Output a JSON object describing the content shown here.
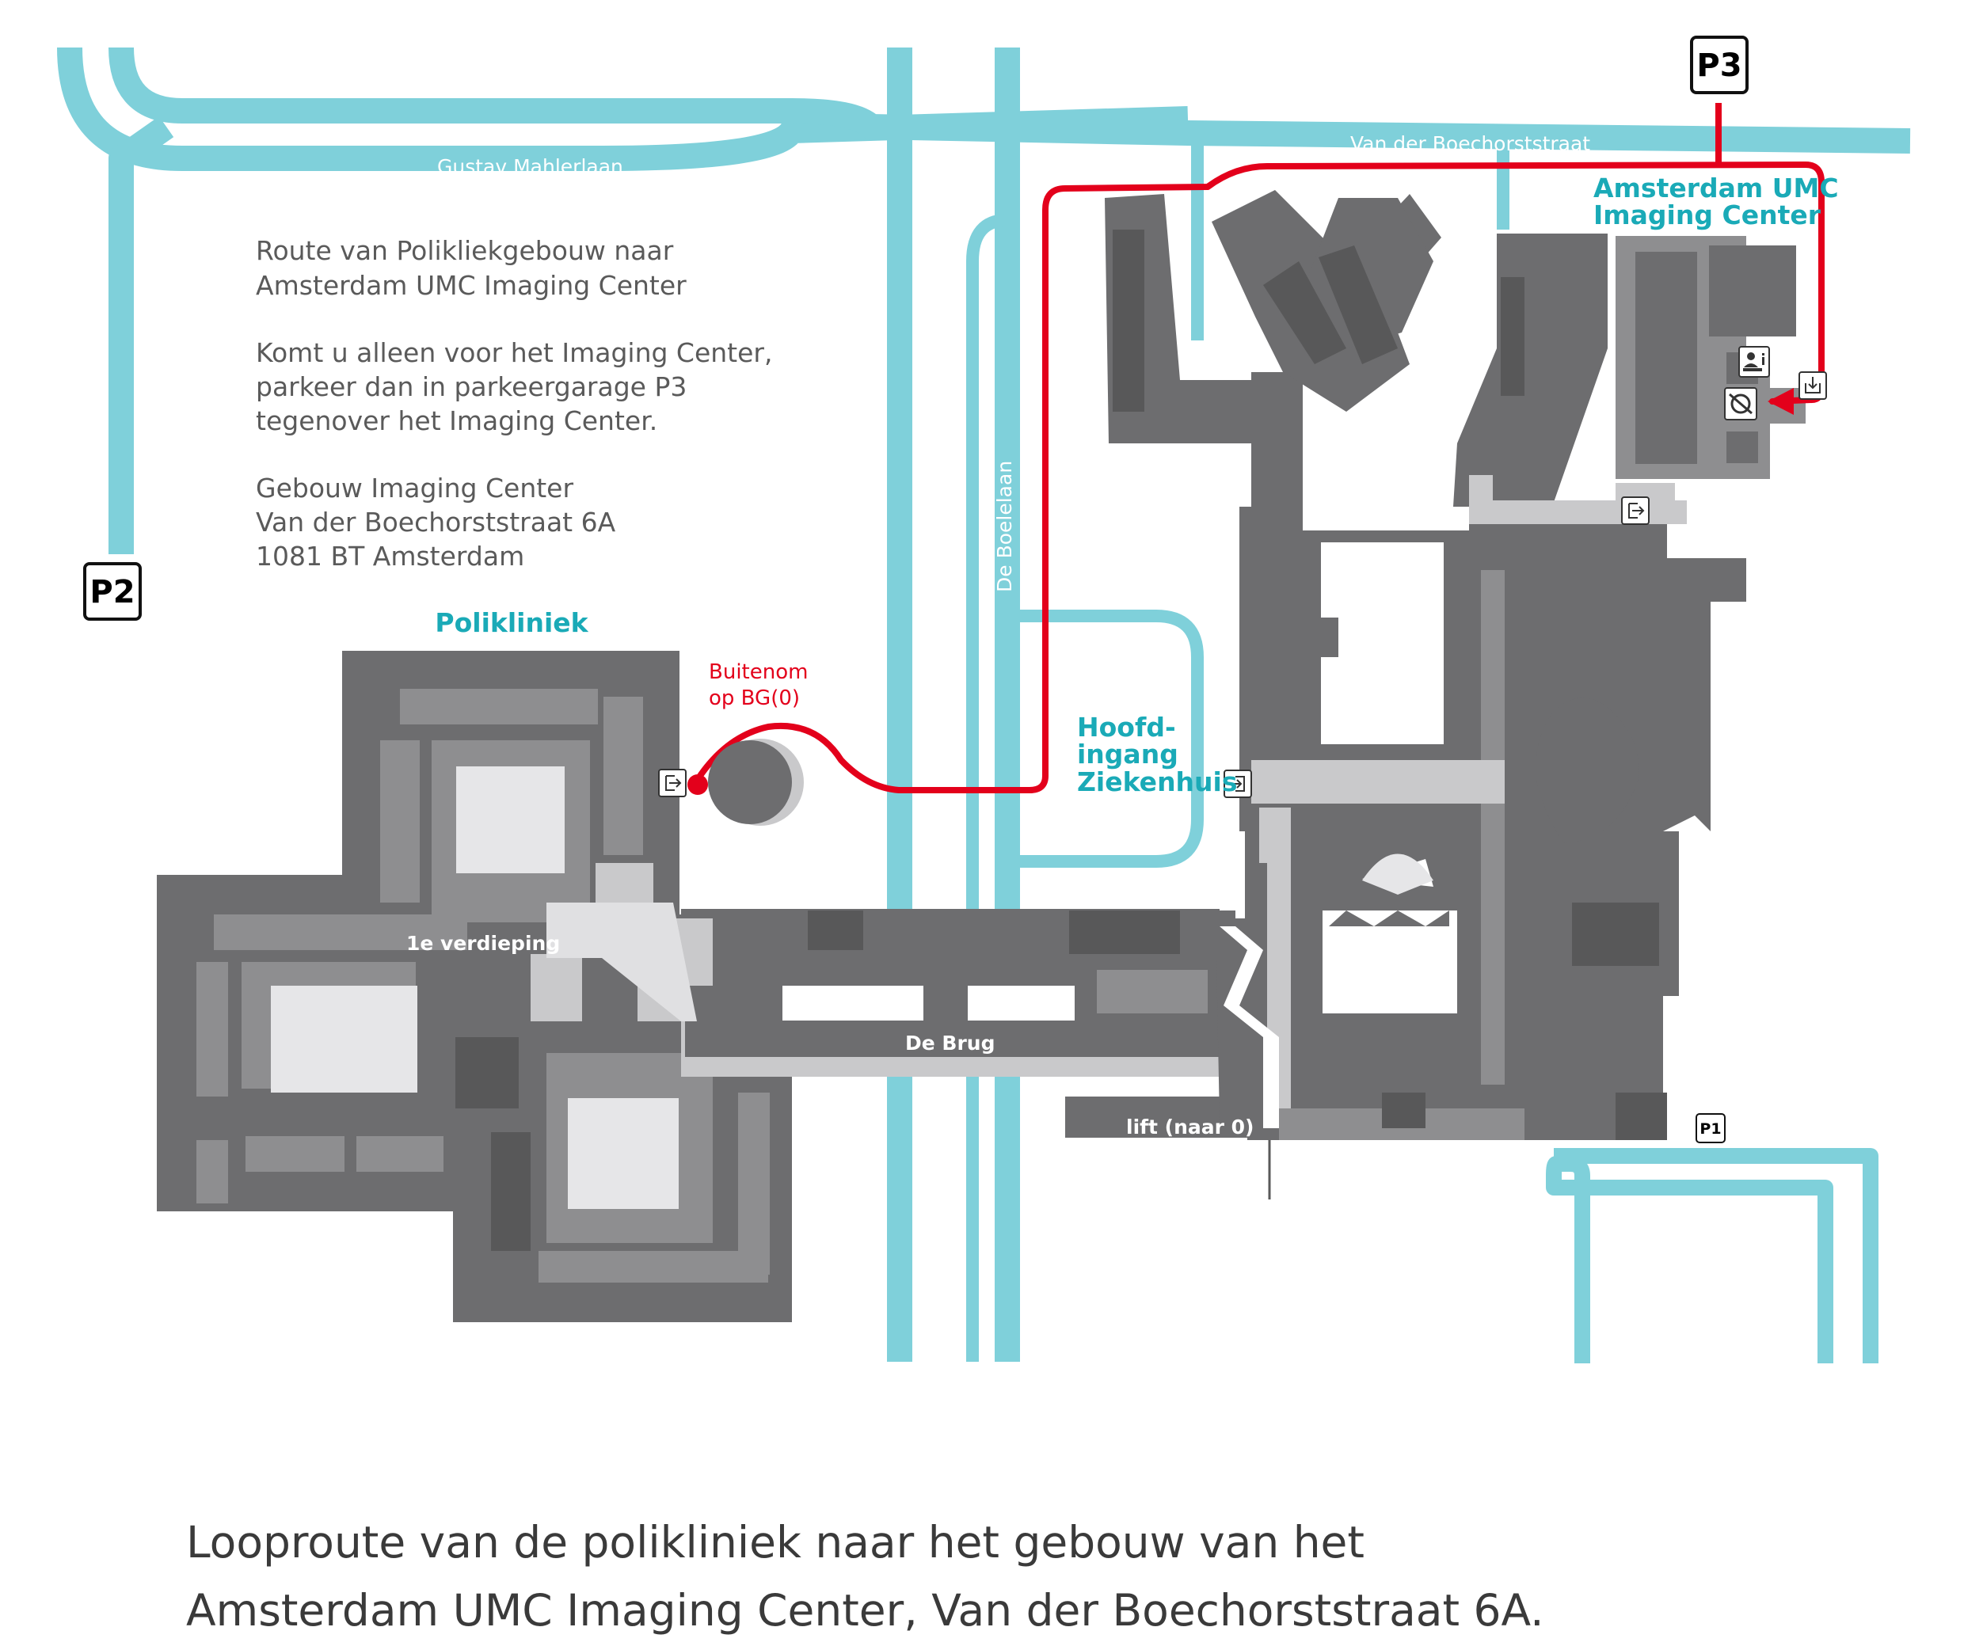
{
  "streets": {
    "gustav": "Gustav Mahlerlaan",
    "boechorst": "Van der Boechorststraat",
    "boelelaan": "De Boelelaan"
  },
  "info": {
    "line1": "Route van Polikliekgebouw naar",
    "line2": "Amsterdam UMC Imaging Center",
    "line3": "Komt u alleen voor het Imaging Center,",
    "line4": "parkeer dan in parkeergarage P3",
    "line5": "tegenover het Imaging Center.",
    "line6": "Gebouw Imaging Center",
    "line7": "Van der Boechorststraat 6A",
    "line8": "1081 BT Amsterdam"
  },
  "buildings": {
    "polikliniek": "Polikliniek",
    "imaging_1": "Amsterdam UMC",
    "imaging_2": "Imaging Center",
    "hoofd_1": "Hoofd-",
    "hoofd_2": "ingang",
    "hoofd_3": "Ziekenhuis"
  },
  "route_note": {
    "line1": "Buitenom",
    "line2": "op BG(0)"
  },
  "floor_labels": {
    "verdieping": "1e verdieping",
    "brug": "De Brug",
    "lift": "lift (naar 0)"
  },
  "parking": {
    "p1": "P1",
    "p2": "P2",
    "p3": "P3"
  },
  "caption": {
    "line1": "Looproute van de  polikliniek naar het gebouw van het",
    "line2": "Amsterdam UMC Imaging Center, Van der Boechorststraat 6A."
  },
  "colors": {
    "road": "#7fd0da",
    "building_dark": "#6d6d6f",
    "building_mid": "#8e8e90",
    "corridor": "#c9c9cb",
    "room_light": "#e6e6e8",
    "route": "#e3001b",
    "teal_text": "#1aaab7"
  }
}
